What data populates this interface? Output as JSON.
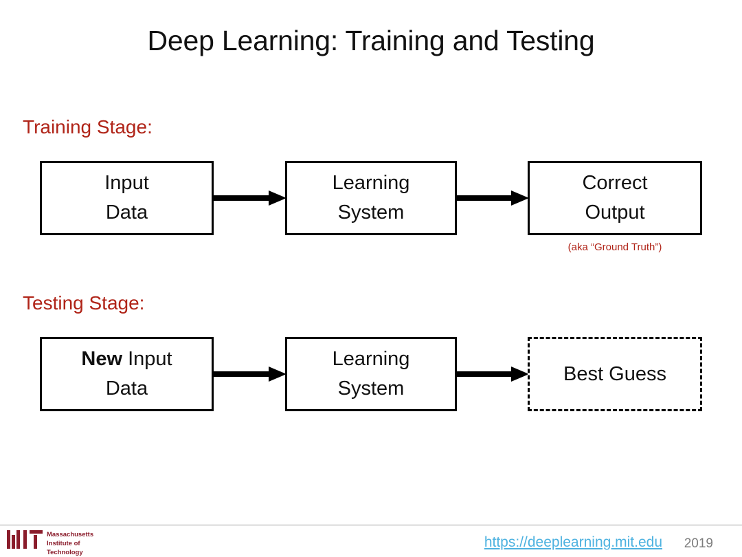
{
  "slide": {
    "title": "Deep Learning: Training and Testing"
  },
  "training": {
    "stage_label": "Training Stage:",
    "boxes": [
      {
        "name": "input-data",
        "line1": "Input",
        "line1_bold": "",
        "line2": "Data"
      },
      {
        "name": "learning-system",
        "line1": "Learning",
        "line1_bold": "",
        "line2": "System"
      },
      {
        "name": "correct-output",
        "line1": "Correct",
        "line1_bold": "",
        "line2": "Output"
      }
    ],
    "annotation": "(aka “Ground Truth”)"
  },
  "testing": {
    "stage_label": "Testing Stage:",
    "boxes": [
      {
        "name": "new-input-data",
        "bold_prefix": "New",
        "line1": " Input",
        "line2": "Data"
      },
      {
        "name": "learning-system",
        "bold_prefix": "",
        "line1": "Learning",
        "line2": "System"
      },
      {
        "name": "best-guess",
        "bold_prefix": "",
        "line1": "Best Guess",
        "line2": ""
      }
    ]
  },
  "footer": {
    "logo_name": "mit-logo",
    "wordmark_line1": "Massachusetts",
    "wordmark_line2": "Institute of",
    "wordmark_line3": "Technology",
    "url": "https://deeplearning.mit.edu",
    "year": "2019"
  },
  "colors": {
    "stage_label_red": "#b02418",
    "annotation_red": "#b02418",
    "mit_maroon": "#8a1c2b",
    "link_blue": "#4db2e0",
    "year_gray": "#7c7c7c",
    "box_border": "#000000"
  }
}
